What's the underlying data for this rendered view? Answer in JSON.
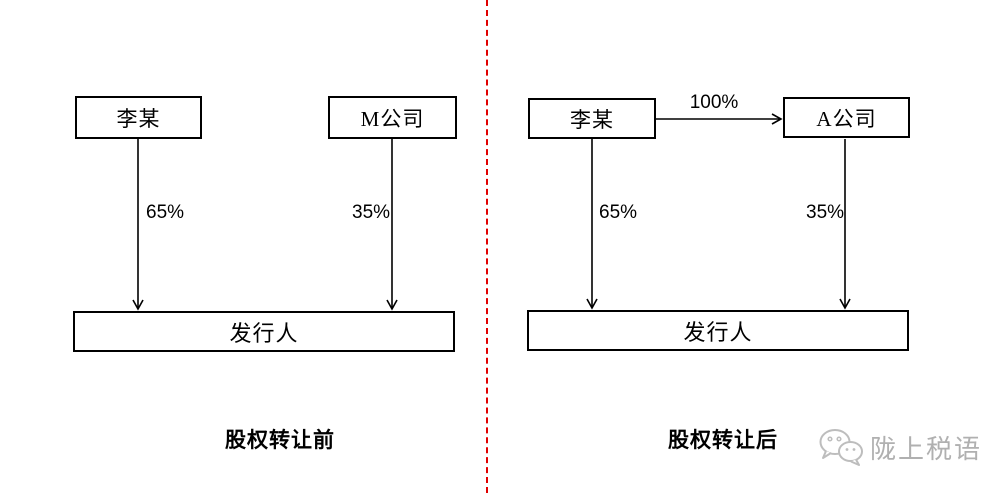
{
  "divider_color": "#e00000",
  "line_color": "#000000",
  "panels": [
    {
      "caption": "股权转让前",
      "nodes": {
        "shareholder1": "李某",
        "shareholder2": "M公司",
        "company": "发行人"
      },
      "edges": [
        {
          "from": "李某",
          "to": "发行人",
          "label": "65%"
        },
        {
          "from": "M公司",
          "to": "发行人",
          "label": "35%"
        }
      ]
    },
    {
      "caption": "股权转让后",
      "nodes": {
        "shareholder1": "李某",
        "shareholder2": "A公司",
        "company": "发行人"
      },
      "edges": [
        {
          "from": "李某",
          "to": "A公司",
          "label": "100%"
        },
        {
          "from": "李某",
          "to": "发行人",
          "label": "65%"
        },
        {
          "from": "A公司",
          "to": "发行人",
          "label": "35%"
        }
      ]
    }
  ],
  "watermark": {
    "icon": "wechat-icon",
    "text": "陇上税语"
  }
}
